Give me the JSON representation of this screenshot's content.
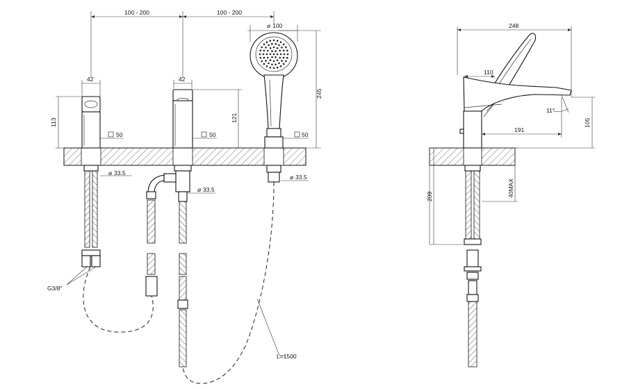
{
  "front_view": {
    "spacing_left": "100 - 200",
    "spacing_right": "100 - 200",
    "shower_head_diameter": "100",
    "width_left_body": "42",
    "width_mid_body": "42",
    "height_left_body": "113",
    "height_mid_body": "121",
    "height_shower": "245",
    "square_left": "50",
    "square_mid": "50",
    "square_right": "50",
    "hole_left": "33.5",
    "hole_mid": "33.5",
    "hole_right": "33.5",
    "thread": "G3/8\"",
    "hose_length": "L=1500"
  },
  "side_view": {
    "overall_length": "248",
    "handle_length": "110",
    "spout_reach": "191",
    "spout_angle": "11°",
    "spout_height": "105",
    "below_deck": "209",
    "deck_thickness": "40MAX"
  }
}
